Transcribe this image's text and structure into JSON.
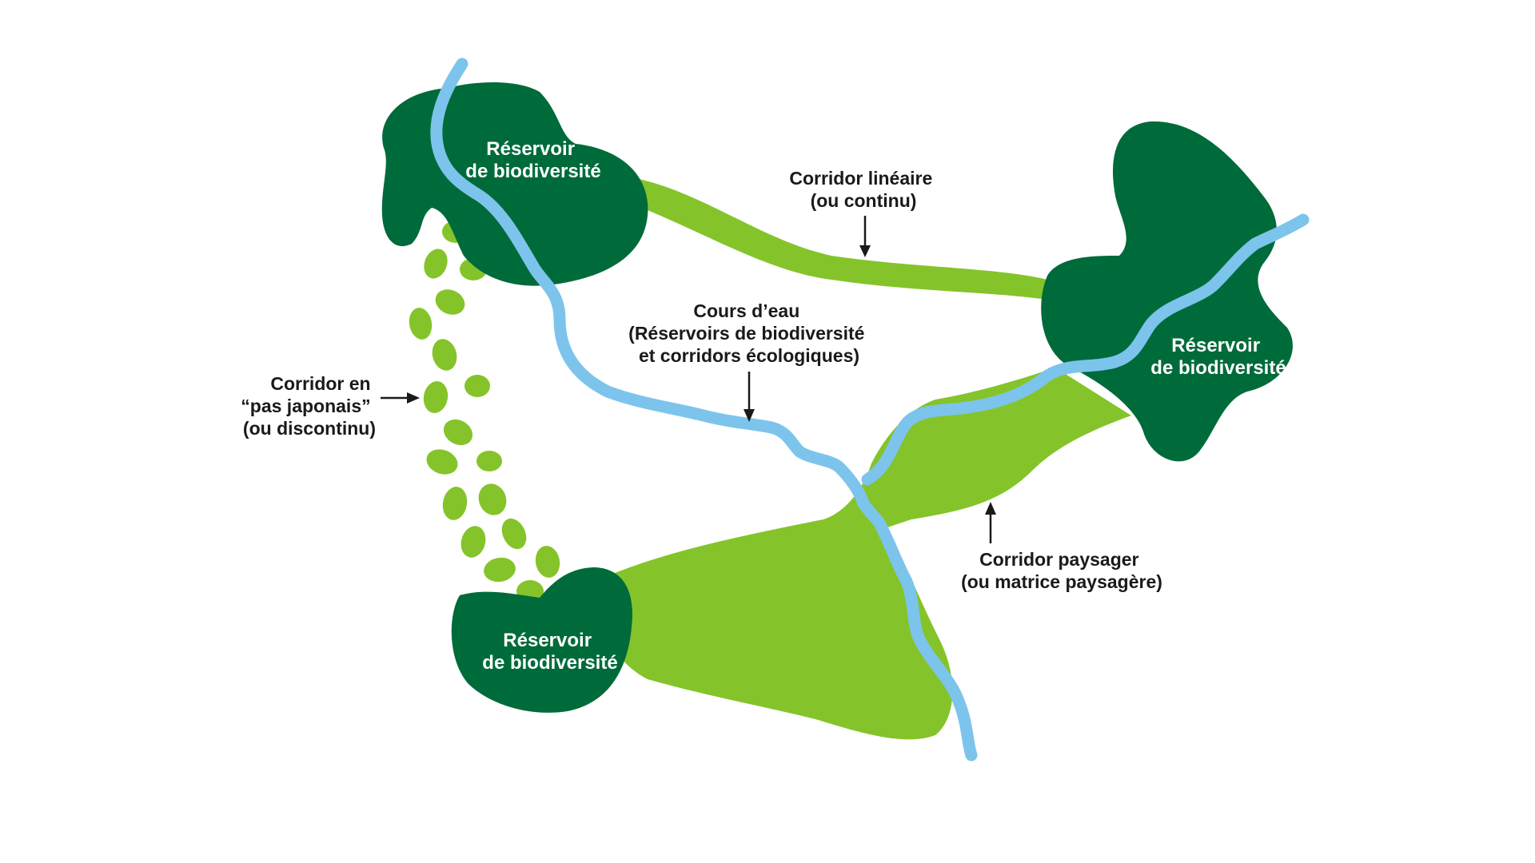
{
  "colors": {
    "reservoir": "#006b3a",
    "corridor": "#84c42a",
    "water": "#7cc4ec",
    "label_dark": "#1a1a1a",
    "label_light": "#ffffff"
  },
  "reservoirs": [
    {
      "line1": "Réservoir",
      "line2": "de biodiversité"
    },
    {
      "line1": "Réservoir",
      "line2": "de biodiversité"
    },
    {
      "line1": "Réservoir",
      "line2": "de biodiversité"
    }
  ],
  "labels": {
    "linear": {
      "line1": "Corridor linéaire",
      "line2": "(ou continu)"
    },
    "water": {
      "line1": "Cours d’eau",
      "line2": "(Réservoirs de biodiversité",
      "line3": "et corridors écologiques)"
    },
    "stepping": {
      "line1": "Corridor en",
      "line2": "“pas japonais”",
      "line3": "(ou discontinu)"
    },
    "landscape": {
      "line1": "Corridor paysager",
      "line2": "(ou matrice paysagère)"
    }
  }
}
